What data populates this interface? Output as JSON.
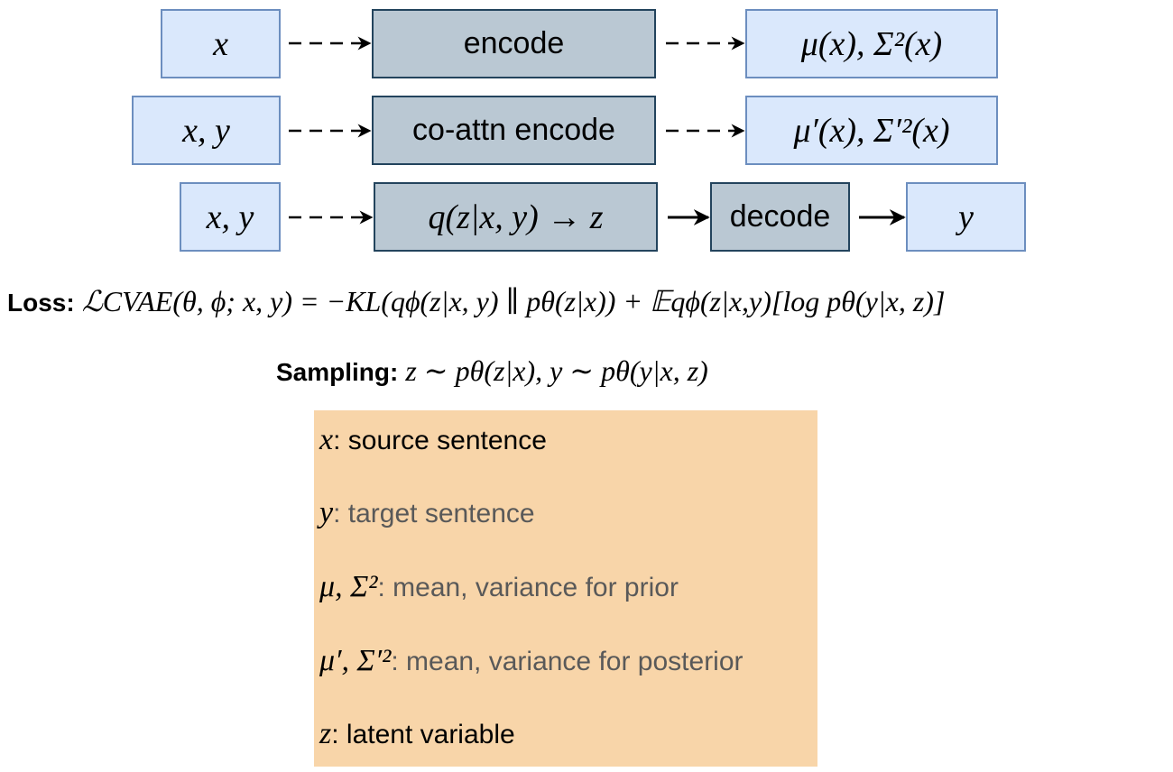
{
  "diagram": {
    "row1": {
      "input": "x",
      "process": "encode",
      "output": "μ(x), Σ²(x)"
    },
    "row2": {
      "input": "x, y",
      "process": "co-attn encode",
      "output": "μ′(x), Σ′²(x)"
    },
    "row3": {
      "input": "x, y",
      "process": "q(z|x, y) → z",
      "decode": "decode",
      "output": "y"
    }
  },
  "loss": {
    "label": "Loss:",
    "formula": "ℒCVAE(θ, ϕ; x, y) = −KL(qϕ(z|x, y) ∥ pθ(z|x)) + 𝔼qϕ(z|x,y)[log pθ(y|x, z)]"
  },
  "sampling": {
    "label": "Sampling:",
    "formula": "z ∼ pθ(z|x),     y ∼ pθ(y|x, z)"
  },
  "legend": {
    "items": [
      {
        "symbol": "x",
        "description": ": source sentence",
        "muted": false
      },
      {
        "symbol": "y",
        "description": ": target sentence",
        "muted": true
      },
      {
        "symbol": "μ, Σ²",
        "description": ": mean, variance for prior",
        "muted": true
      },
      {
        "symbol": "μ′, Σ′²",
        "description": ": mean, variance for posterior",
        "muted": true
      },
      {
        "symbol": "z",
        "description": ": latent variable",
        "muted": false
      }
    ]
  },
  "colors": {
    "io_fill": "#dae8fc",
    "io_stroke": "#6c8ebf",
    "process_fill": "#bac8d3",
    "process_stroke": "#23445d",
    "legend_fill": "#f8d5a9",
    "muted_text": "#595959"
  }
}
